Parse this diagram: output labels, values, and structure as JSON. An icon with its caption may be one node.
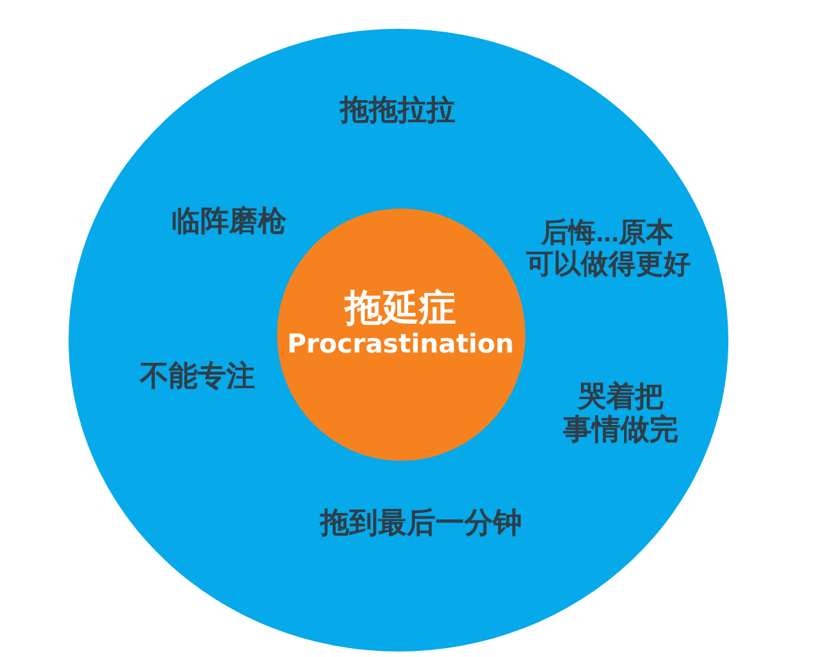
{
  "diagram": {
    "nodes": [
      {
        "text": [
          "拖拖拉拉",
          "临阵磨枪",
          "后悔...原本可以做得更好",
          "不能专注",
          "哭着把事情做完",
          "拖到最后一分钟"
        ]
      },
      {
        "text": [
          "拖延症",
          "Procrastination"
        ],
        "in": 0
      }
    ]
  }
}
